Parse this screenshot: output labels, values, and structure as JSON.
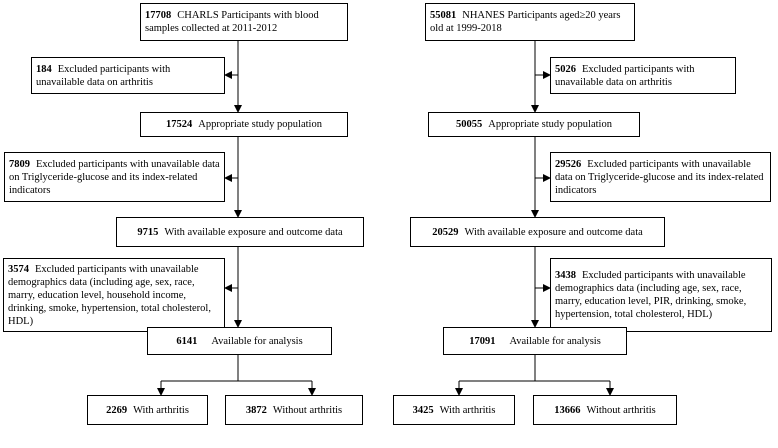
{
  "left": {
    "n1": {
      "num": "17708",
      "text": "CHARLS Participants with blood samples collected at 2011-2012"
    },
    "e1": {
      "num": "184",
      "text": "Excluded participants with unavailable data on arthritis"
    },
    "n2": {
      "num": "17524",
      "text": "Appropriate study population"
    },
    "e2": {
      "num": "7809",
      "text": "Excluded participants with unavailable data on Triglyceride-glucose and its index-related indicators"
    },
    "n3": {
      "num": "9715",
      "text": "With available exposure and outcome data"
    },
    "e3": {
      "num": "3574",
      "text": "Excluded participants with unavailable demographics data (including age, sex, race, marry, education level, household income, drinking, smoke, hypertension, total cholesterol, HDL)"
    },
    "n4": {
      "num": "6141",
      "text": "Available for analysis"
    },
    "o1": {
      "num": "2269",
      "text": "With arthritis"
    },
    "o2": {
      "num": "3872",
      "text": "Without arthritis"
    }
  },
  "right": {
    "n1": {
      "num": "55081",
      "text": "NHANES Participants aged≥20 years old at 1999-2018"
    },
    "e1": {
      "num": "5026",
      "text": "Excluded participants with unavailable data on arthritis"
    },
    "n2": {
      "num": "50055",
      "text": "Appropriate study population"
    },
    "e2": {
      "num": "29526",
      "text": "Excluded participants with unavailable data on Triglyceride-glucose and its index-related indicators"
    },
    "n3": {
      "num": "20529",
      "text": "With available exposure and outcome data"
    },
    "e3": {
      "num": "3438",
      "text": "Excluded participants with unavailable demographics data (including age, sex, race, marry, education level, PIR, drinking, smoke, hypertension, total cholesterol, HDL)"
    },
    "n4": {
      "num": "17091",
      "text": "Available for analysis"
    },
    "o1": {
      "num": "3425",
      "text": "With arthritis"
    },
    "o2": {
      "num": "13666",
      "text": "Without arthritis"
    }
  }
}
